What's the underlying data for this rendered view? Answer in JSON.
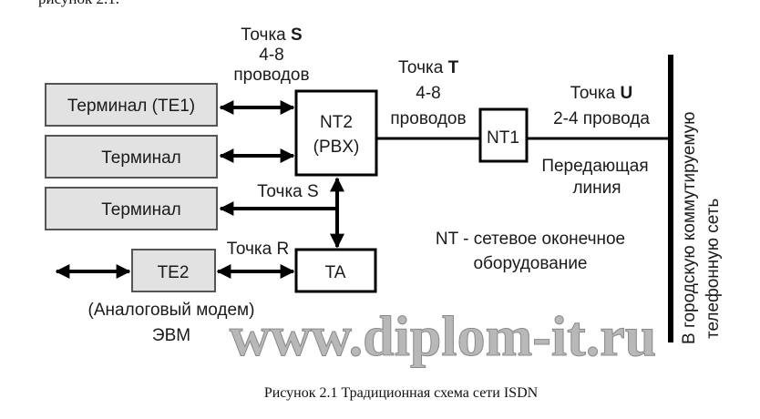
{
  "top_cut_text": "рисунок 2.1.",
  "point_s": {
    "prefix": "Точка ",
    "letter": "S",
    "wires": "4-8",
    "wires_unit": "проводов"
  },
  "point_s2": "Точка S",
  "point_t": {
    "prefix": "Точка ",
    "letter": "T",
    "wires": "4-8",
    "wires_unit": "проводов"
  },
  "point_u": {
    "prefix": "Точка ",
    "letter": "U",
    "wires": "2-4 провода"
  },
  "point_r": "Точка R",
  "terminals": [
    "Терминал (TE1)",
    "Терминал",
    "Терминал"
  ],
  "nt2": {
    "line1": "NT2",
    "line2": "(PBX)"
  },
  "nt1": "NT1",
  "te2": "TE2",
  "ta": "TA",
  "transmit_line": {
    "line1": "Передающая",
    "line2": "линия"
  },
  "nt_note": {
    "line1": "NT - сетевое оконечное",
    "line2": "оборудование"
  },
  "modem_note": {
    "line1": "(Аналоговый модем)",
    "line2": "ЭВМ"
  },
  "network": {
    "line1": "В городскую коммутируемую",
    "line2": "телефонную  сеть"
  },
  "watermark": "www.diplom-it.ru",
  "caption": "Рисунок 2.1  Традиционная схема сети ISDN",
  "colors": {
    "terminal_fill": "#e2e2e2",
    "line": "#000000",
    "watermark": "#b8b8b8"
  }
}
